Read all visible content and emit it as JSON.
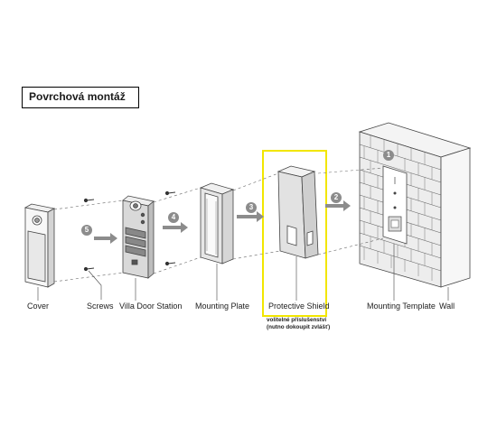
{
  "title": "Povrchová montáž",
  "labels": {
    "cover": "Cover",
    "screws": "Screws",
    "villa_door_station": "Villa Door Station",
    "mounting_plate": "Mounting Plate",
    "protective_shield": "Protective Shield",
    "mounting_template": "Mounting Template",
    "wall": "Wall"
  },
  "note": {
    "line1": "volitelné příslušenství",
    "line2": "(nutno dokoupit zvlášť)"
  },
  "steps": [
    "1",
    "2",
    "3",
    "4",
    "5"
  ],
  "colors": {
    "highlight": "#f2e600",
    "step_circle": "#8c8c8c",
    "line": "#444444"
  }
}
